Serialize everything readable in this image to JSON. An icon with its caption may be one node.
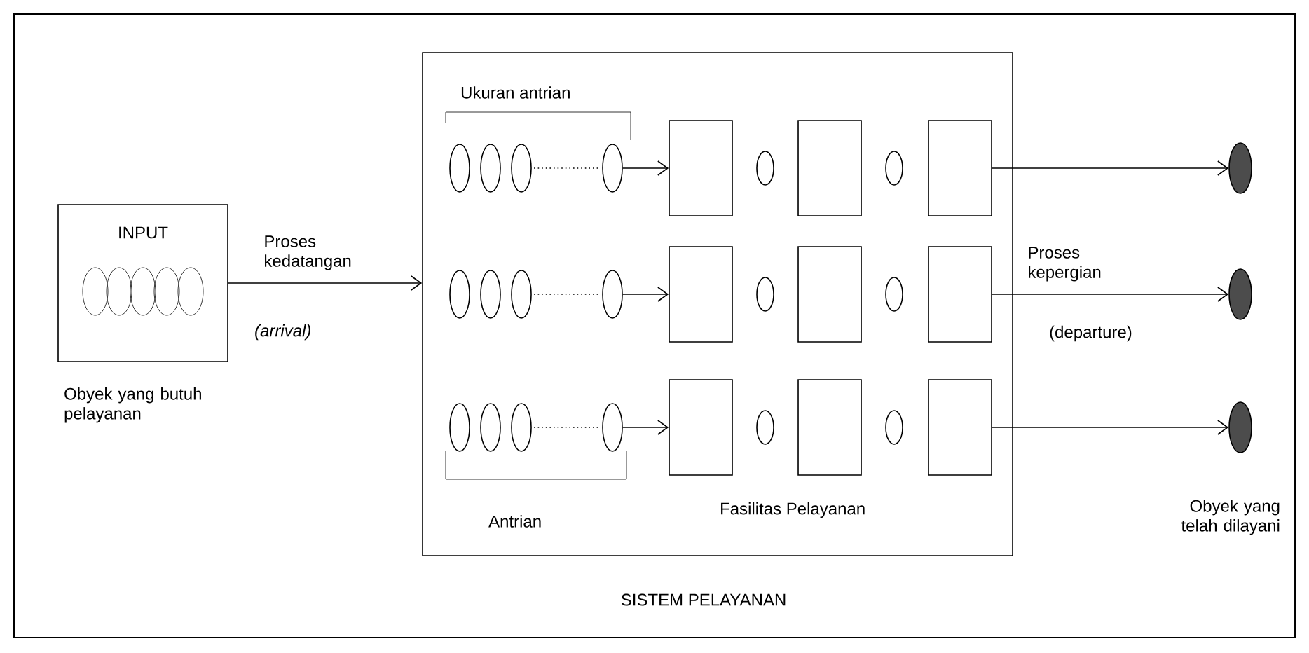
{
  "diagram": {
    "nodes": [
      {
        "text": [
          "INPUT"
        ],
        "beside": [
          "Obyek yang butuh pelayanan"
        ]
      },
      {
        "text": [
          "SISTEM PELAYANAN"
        ]
      },
      {
        "text": [],
        "shape": "circle",
        "in": 1
      },
      {
        "text": [],
        "shape": "box",
        "in": 1
      },
      {
        "text": [],
        "shape": "box",
        "in": 1
      },
      {
        "text": [],
        "shape": "box",
        "in": 1
      },
      {
        "text": [],
        "shape": "circle",
        "in": 1
      },
      {
        "text": [],
        "shape": "box",
        "in": 1
      },
      {
        "text": [],
        "shape": "box",
        "in": 1
      },
      {
        "text": [],
        "shape": "box",
        "in": 1
      },
      {
        "text": [],
        "shape": "circle",
        "in": 1
      },
      {
        "text": [],
        "shape": "box",
        "in": 1
      },
      {
        "text": [],
        "shape": "box",
        "in": 1
      },
      {
        "text": [],
        "shape": "box",
        "in": 1
      },
      {
        "text": [],
        "shape": "circle"
      },
      {
        "text": [],
        "shape": "circle"
      },
      {
        "text": [],
        "shape": "circle",
        "beside": [
          "Obyek yang telah dilayani"
        ]
      }
    ],
    "edges": [
      {
        "from": 0,
        "to": 1,
        "arrow": "to",
        "label": "Proses kedatangan"
      },
      {
        "from": 2,
        "to": 3,
        "arrow": "to"
      },
      {
        "from": 6,
        "to": 7,
        "arrow": "to"
      },
      {
        "from": 10,
        "to": 11,
        "arrow": "to"
      },
      {
        "from": 5,
        "to": 14,
        "arrow": "to"
      },
      {
        "from": 9,
        "to": 15,
        "arrow": "to",
        "label": "Proses kepergian"
      },
      {
        "from": 13,
        "to": 16,
        "arrow": "to"
      }
    ],
    "labels": [
      "Ukuran antrian",
      "(arrival)",
      "(departure)",
      "Antrian",
      "Fasilitas Pelayanan"
    ]
  }
}
